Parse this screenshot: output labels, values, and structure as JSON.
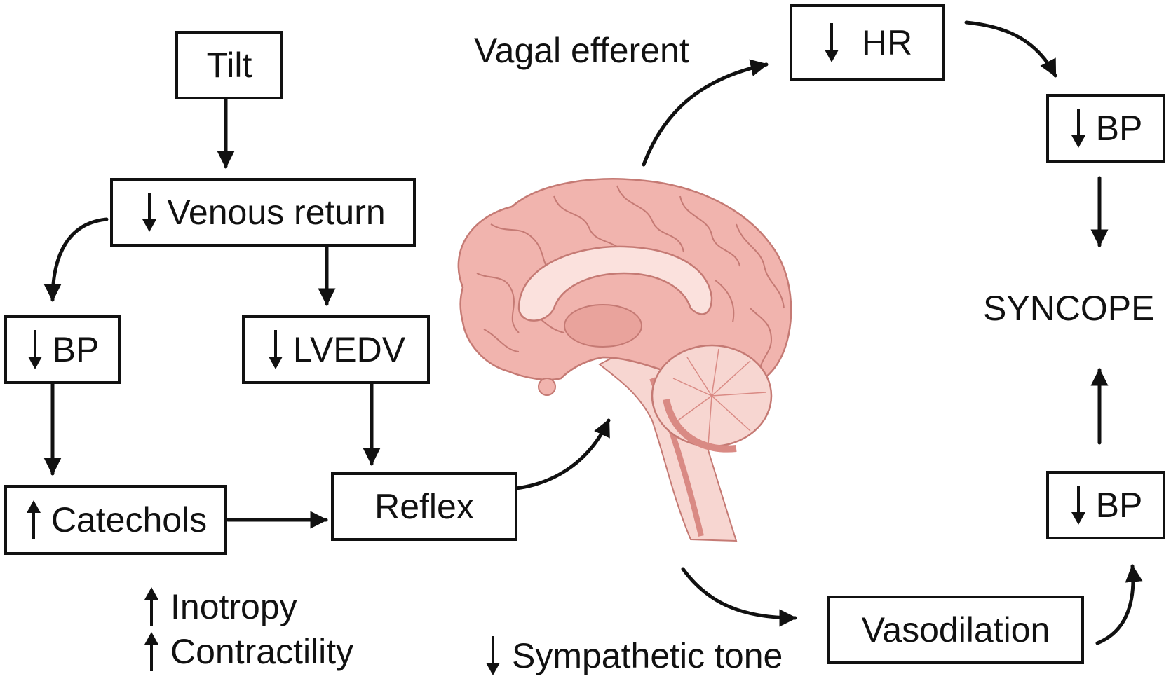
{
  "colors": {
    "ink": "#111111",
    "brain_fill": "#f1b4ae",
    "brain_stroke": "#c57a74",
    "brain_dark": "#d98a84",
    "brain_light": "#fbe1dd"
  },
  "indicator_icons": {
    "down": "down-arrow-icon",
    "up": "up-arrow-icon"
  },
  "nodes": {
    "tilt": "Tilt",
    "venous_return": "Venous return",
    "bp_left": "BP",
    "lvedv": "LVEDV",
    "catechols": "Catechols",
    "reflex": "Reflex",
    "hr": "HR",
    "bp_top_right": "BP",
    "syncope": "SYNCOPE",
    "bp_bottom_right": "BP",
    "vasodilation": "Vasodilation"
  },
  "labels": {
    "vagal_efferent": "Vagal efferent",
    "inotropy": "Inotropy",
    "contractility": "Contractility",
    "sympathetic_tone": "Sympathetic tone"
  }
}
